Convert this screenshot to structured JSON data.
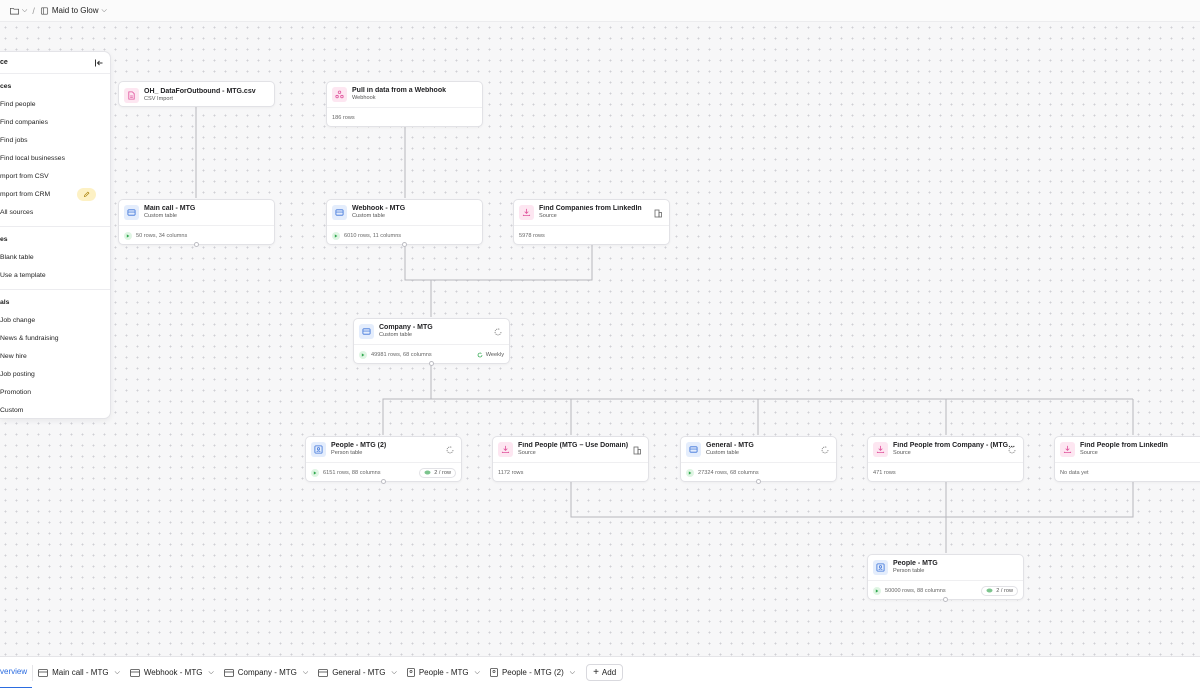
{
  "breadcrumb": {
    "workspace": "Maid to Glow"
  },
  "side_panel": {
    "title": "ce",
    "sections": [
      {
        "label": "ces",
        "items": [
          "Find people",
          "Find companies",
          "Find jobs",
          "Find local businesses",
          "mport from CSV",
          "mport from CRM",
          "All sources"
        ]
      },
      {
        "label": "es",
        "items": [
          "Blank table",
          "Use a template"
        ]
      },
      {
        "label": "als",
        "items": [
          "Job change",
          "News & fundraising",
          "New hire",
          "Job posting",
          "Promotion",
          "Custom"
        ]
      }
    ]
  },
  "nodes": [
    {
      "title": "OH_ DataForOutbound - MTG.csv",
      "subtitle": "CSV Import",
      "footer": ""
    },
    {
      "title": "Pull in data from a Webhook",
      "subtitle": "Webhook",
      "footer": "186 rows"
    },
    {
      "title": "Main call - MTG",
      "subtitle": "Custom table",
      "footer": "50 rows, 34 columns"
    },
    {
      "title": "Webhook - MTG",
      "subtitle": "Custom table",
      "footer": "6010 rows, 11 columns"
    },
    {
      "title": "Find Companies from LinkedIn",
      "subtitle": "Source",
      "footer": "5978 rows"
    },
    {
      "title": "Company - MTG",
      "subtitle": "Custom table",
      "footer": "49981 rows, 68 columns",
      "badge": "Weekly"
    },
    {
      "title": "People - MTG (2)",
      "subtitle": "Person table",
      "footer": "6151 rows, 88 columns",
      "badge": "2 / row"
    },
    {
      "title": "Find People (MTG – Use Domain)",
      "subtitle": "Source",
      "footer": "1172 rows"
    },
    {
      "title": "General - MTG",
      "subtitle": "Custom table",
      "footer": "27324 rows, 68 columns"
    },
    {
      "title": "Find People from Company - (MTG…",
      "subtitle": "Source",
      "footer": "471 rows"
    },
    {
      "title": "Find People from LinkedIn",
      "subtitle": "Source",
      "footer": "No data yet"
    },
    {
      "title": "People - MTG",
      "subtitle": "Person table",
      "footer": "50000 rows, 88 columns",
      "badge": "2 / row"
    }
  ],
  "tabs": {
    "overview": "verview",
    "items": [
      "Main call - MTG",
      "Webhook - MTG",
      "Company - MTG",
      "General - MTG",
      "People - MTG",
      "People - MTG (2)"
    ],
    "add": "Add"
  },
  "colors": {
    "accent": "#2b6ce0",
    "table_icon": "#e4edfc",
    "source_icon": "#fde6f1",
    "run_green": "#2fa84f"
  }
}
